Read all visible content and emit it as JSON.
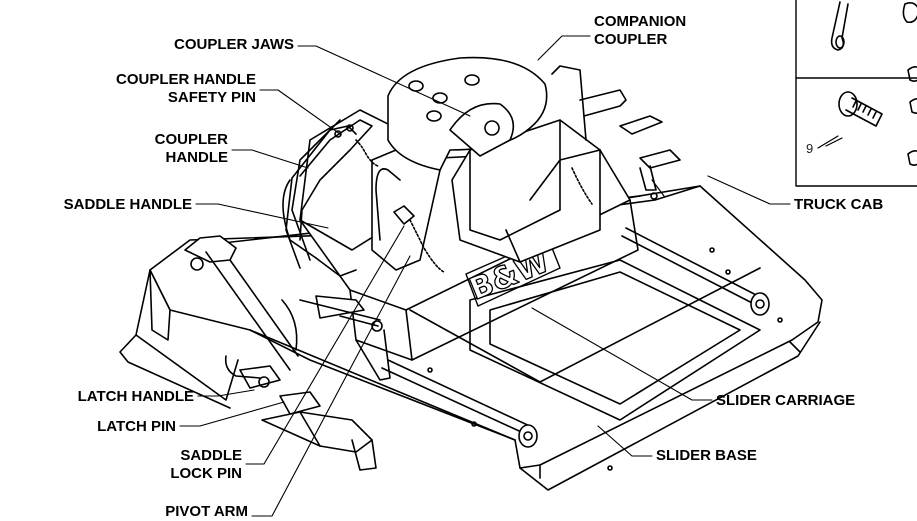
{
  "labels": {
    "coupler_jaws": "COUPLER JAWS",
    "companion_coupler": [
      "COMPANION",
      "COUPLER"
    ],
    "coupler_handle_safety_pin": [
      "COUPLER HANDLE",
      "SAFETY PIN"
    ],
    "coupler_handle": [
      "COUPLER",
      "HANDLE"
    ],
    "saddle_handle": "SADDLE HANDLE",
    "truck_cab": "TRUCK CAB",
    "latch_handle": "LATCH HANDLE",
    "latch_pin": "LATCH PIN",
    "saddle_lock_pin": [
      "SADDLE",
      "LOCK PIN"
    ],
    "pivot_arm": "PIVOT ARM",
    "slider_carriage": "SLIDER CARRIAGE",
    "slider_base": "SLIDER BASE"
  },
  "logo_text": "B&W",
  "inset": {
    "part_number": "9"
  },
  "colors": {
    "line": "#000000",
    "paper": "#ffffff"
  }
}
